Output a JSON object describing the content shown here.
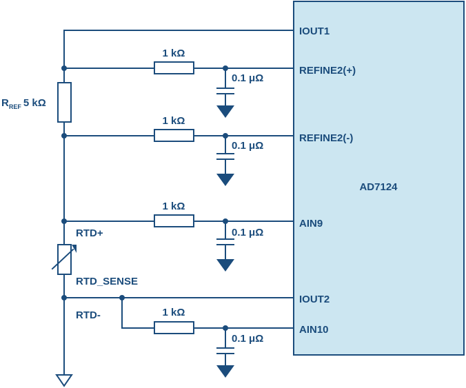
{
  "ic": {
    "name": "AD7124",
    "pins": [
      "IOUT1",
      "REFINE2(+)",
      "REFINE2(-)",
      "AIN9",
      "IOUT2",
      "AIN10"
    ]
  },
  "rref": {
    "label": "R",
    "subscript": "REF",
    "value": "5 kΩ"
  },
  "filter": {
    "resistor": "1 kΩ",
    "capacitor": "0.1 μΩ"
  },
  "nodes": [
    "RTD+",
    "RTD_SENSE",
    "RTD-"
  ],
  "colors": {
    "line": "#1b4c7c",
    "chip_fill": "#cce6f1"
  }
}
